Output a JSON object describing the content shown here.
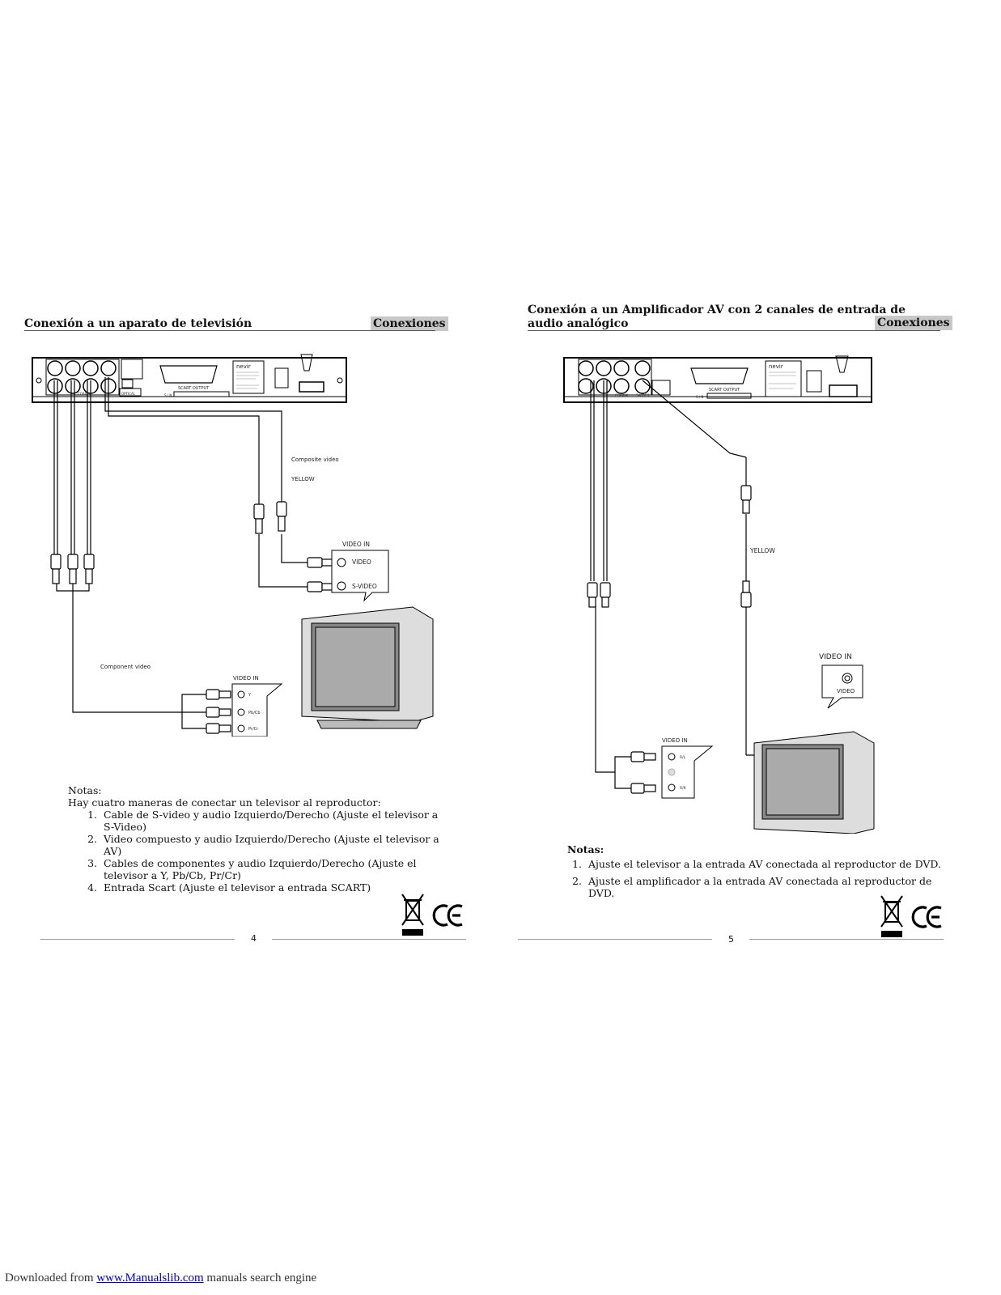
{
  "page_left": {
    "title": "Conexión a un aparato de televisión",
    "section": "Conexiones",
    "diagram": {
      "scart_label": "SCART OUTPUT",
      "serial_label": "S / N",
      "brand": "nevir",
      "port_labels": [
        "COAXIAL",
        "OPTICAL"
      ],
      "composite_label": "Composite video",
      "yellow_label": "YELLOW",
      "video_in_label": "VIDEO IN",
      "video_label": "VIDEO",
      "svideo_label": "S-VIDEO",
      "component_label": "Component video",
      "component_video_in": "VIDEO IN",
      "component_ports": [
        "Y",
        "Pb/Cb",
        "Pr/Cr"
      ]
    },
    "notes_heading": "Notas:",
    "notes_intro": "Hay cuatro maneras de conectar un televisor al reproductor:",
    "notes": [
      "Cable de S-video y audio Izquierdo/Derecho (Ajuste el televisor a S-Video)",
      "Video compuesto y audio Izquierdo/Derecho (Ajuste el televisor a AV)",
      "Cables de componentes y audio Izquierdo/Derecho (Ajuste el televisor a Y, Pb/Cb, Pr/Cr)",
      "Entrada Scart (Ajuste el televisor a entrada SCART)"
    ],
    "page_number": "4"
  },
  "page_right": {
    "title_line1": "Conexión a un Amplificador AV con 2 canales de entrada de",
    "title_line2": "audio analógico",
    "section": "Conexiones",
    "diagram": {
      "scart_label": "SCART OUTPUT",
      "serial_label": "S / N",
      "brand": "nevir",
      "port_labels": [
        "COAXIAL",
        "S-VIDEO"
      ],
      "yellow_label": "YELLOW",
      "tv_video_in": "VIDEO IN",
      "tv_video": "VIDEO",
      "amp_video_in": "VIDEO IN",
      "amp_ports": [
        "R/L",
        "R/R"
      ]
    },
    "notes_heading": "Notas:",
    "notes": [
      "Ajuste el televisor a la entrada AV conectada al reproductor de DVD.",
      "Ajuste el amplificador a la entrada AV conectada al reproductor de DVD."
    ],
    "page_number": "5"
  },
  "footer": {
    "prefix": "Downloaded from ",
    "link": "www.Manualslib.com",
    "suffix": " manuals search engine"
  }
}
